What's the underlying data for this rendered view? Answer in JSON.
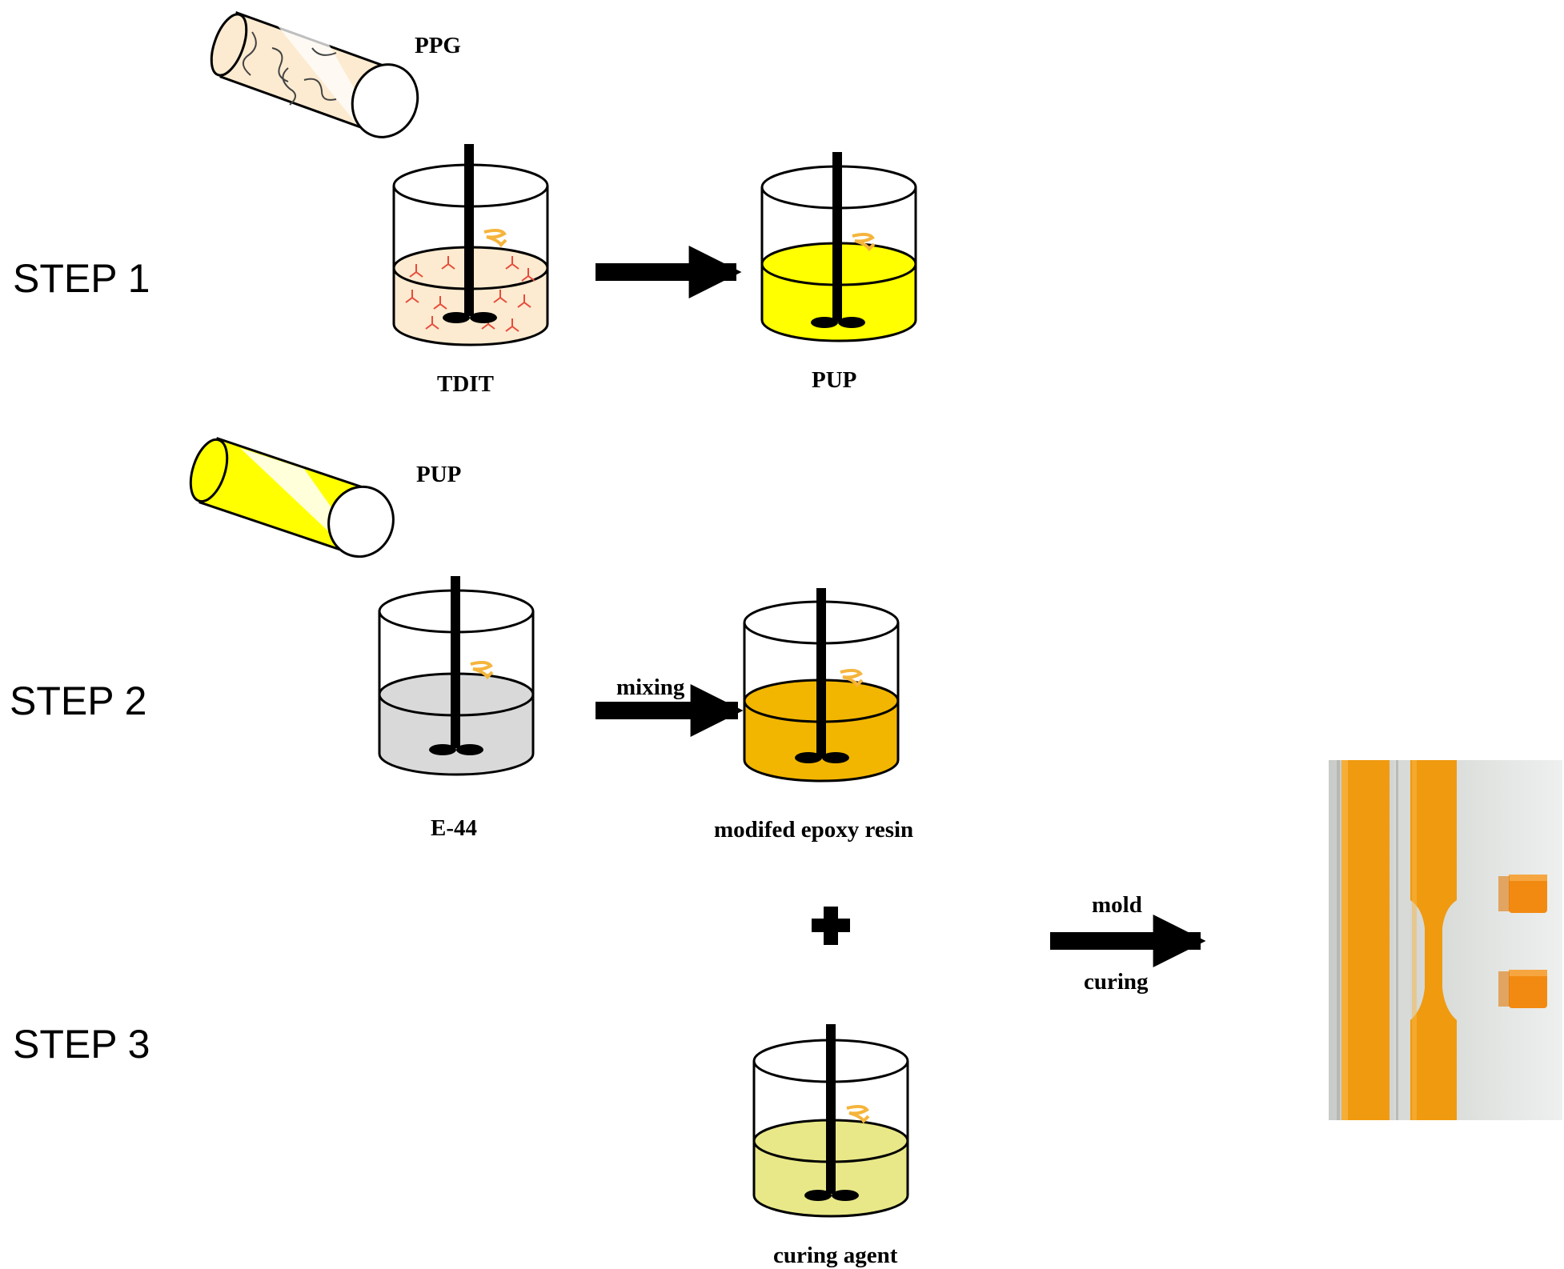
{
  "steps": [
    "STEP 1",
    "STEP 2",
    "STEP 3"
  ],
  "labels": {
    "ppg": "PPG",
    "pup_tube": "PUP",
    "tdit": "TDIT",
    "pup": "PUP",
    "e44": "E-44",
    "modified_epoxy": "modifed epoxy resin",
    "curing_agent": "curing agent",
    "mixing": "mixing",
    "mold": "mold",
    "curing": "curing"
  },
  "colors": {
    "tdit_liquid": "#FCEBD0",
    "pup_liquid": "#FFFF00",
    "e44_liquid": "#D9D9D9",
    "modified_liquid": "#F2B600",
    "curing_liquid": "#E8E888",
    "isocyanate_marks": "#E84A3A",
    "stir_arrow": "#F5B43B",
    "sample_orange": "#F09A10"
  },
  "icons": [
    "ppg-tube-icon",
    "pup-tube-icon",
    "beaker-icon",
    "stirrer-icon",
    "plus-icon",
    "arrow-icon",
    "cured-samples-photo"
  ]
}
